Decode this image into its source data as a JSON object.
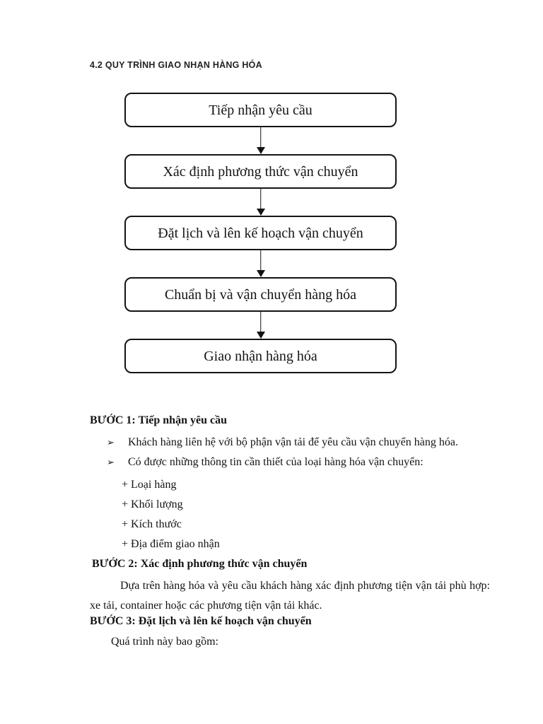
{
  "document": {
    "heading": "4.2 QUY TRÌNH GIAO NHẠN HÀNG HÓA"
  },
  "flowchart": {
    "steps": [
      {
        "label": "Tiếp nhận yêu cầu"
      },
      {
        "label": "Xác định phương thức vận chuyển"
      },
      {
        "label": "Đặt lịch và lên kế hoạch vận chuyển"
      },
      {
        "label": "Chuẩn bị và vận chuyển hàng hóa"
      },
      {
        "label": "Giao nhận hàng hóa"
      }
    ]
  },
  "sections": {
    "step1": {
      "heading": "BƯỚC 1: Tiếp nhận yêu cầu",
      "bullet_glyph": "➢",
      "bullets": [
        "Khách hàng liên hệ với bộ phận vận tải để yêu cầu vận chuyển hàng hóa.",
        "Có được những thông tin cần thiết của loại hàng hóa vận chuyển:"
      ],
      "sub_items": [
        "+ Loại hàng",
        "+ Khối lượng",
        "+ Kích thước",
        "+ Địa điểm giao nhận"
      ]
    },
    "step2": {
      "heading": "BƯỚC 2: Xác định phương thức vận chuyển",
      "paragraph": "Dựa trên hàng hóa và yêu cầu khách hàng xác định phương tiện vận tải phù hợp: xe tải, container hoặc các phương tiện vận tải khác."
    },
    "step3": {
      "heading": "BƯỚC 3: Đặt lịch và lên kế hoạch vận chuyển",
      "paragraph": "Quá trình này bao gồm:"
    }
  },
  "colors": {
    "ink": "#141414",
    "background": "#ffffff"
  }
}
